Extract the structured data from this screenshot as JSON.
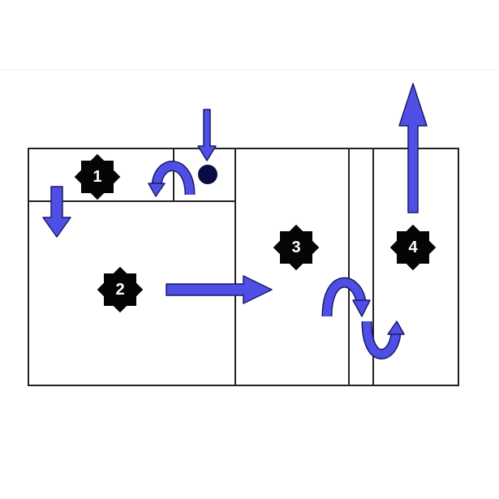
{
  "diagram": {
    "stages": [
      {
        "label": "1"
      },
      {
        "label": "2"
      },
      {
        "label": "3"
      },
      {
        "label": "4"
      }
    ],
    "colors": {
      "arrow": "#4f4fe6",
      "outline": "#1a1a6a",
      "star": "#050505",
      "dot": "#0c0c45",
      "line": "#222222"
    }
  }
}
